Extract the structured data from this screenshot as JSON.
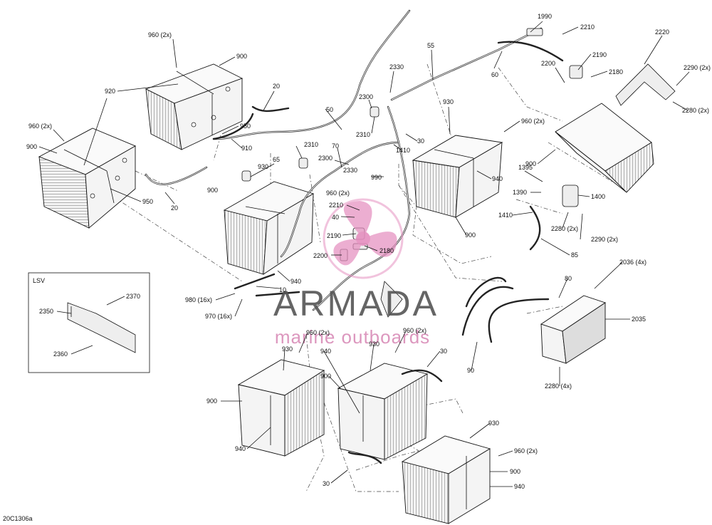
{
  "figure_code": "20C1306a",
  "watermark": {
    "brand": "ARMADA",
    "tagline": "marine outboards",
    "colors": {
      "logo_pink": "#e58fbf",
      "logo_dark": "#555555",
      "tagline_pink": "#d98cb8"
    }
  },
  "inset": {
    "title": "LSV"
  },
  "callouts": {
    "c960a": "960 (2x)",
    "c900a": "900",
    "c920": "920",
    "c20a": "20",
    "c950a": "950",
    "c960b": "960 (2x)",
    "c900b": "900",
    "c950b": "950",
    "c20b": "20",
    "c50": "50",
    "c910": "910",
    "c930a": "930",
    "c65": "65",
    "c2310a": "2310",
    "c2300a": "2300",
    "c70": "70",
    "c2330a": "2330",
    "c900c": "900",
    "c960c": "960 (2x)",
    "c990": "990",
    "c2210a": "2210",
    "c40": "40",
    "c2190a": "2190",
    "c2180a": "2180",
    "c2200a": "2200",
    "c940a": "940",
    "c10": "10",
    "c980": "980 (16x)",
    "c970": "970 (16x)",
    "c2330b": "2330",
    "c2300b": "2300",
    "c2310b": "2310",
    "c30a": "30",
    "c1410a": "1410",
    "c55": "55",
    "c60": "60",
    "c1990": "1990",
    "c2210b": "2210",
    "c2200b": "2200",
    "c2190b": "2190",
    "c2180b": "2180",
    "c2220": "2220",
    "c2290a": "2290 (2x)",
    "c2280a": "2280 (2x)",
    "c930b": "930",
    "c960d": "960 (2x)",
    "c900d": "900",
    "c940b": "940",
    "c900e": "900",
    "c1395": "1395",
    "c1390": "1390",
    "c1400": "1400",
    "c1410b": "1410",
    "c2280b": "2280 (2x)",
    "c2290b": "2290 (2x)",
    "c85": "85",
    "c2036": "2036 (4x)",
    "c80": "80",
    "c2035": "2035",
    "c90": "90",
    "c2280c": "2280 (4x)",
    "c2350": "2350",
    "c2370": "2370",
    "c2360": "2360",
    "c960e": "960 (2x)",
    "c930c": "930",
    "c900f": "900",
    "c940c": "940",
    "c960f": "960 (2x)",
    "c940d": "940",
    "c930d": "930",
    "c900g": "900",
    "c30b": "30",
    "c30c": "30",
    "c930e": "930",
    "c960g": "960 (2x)",
    "c900h": "900",
    "c940e": "940"
  }
}
